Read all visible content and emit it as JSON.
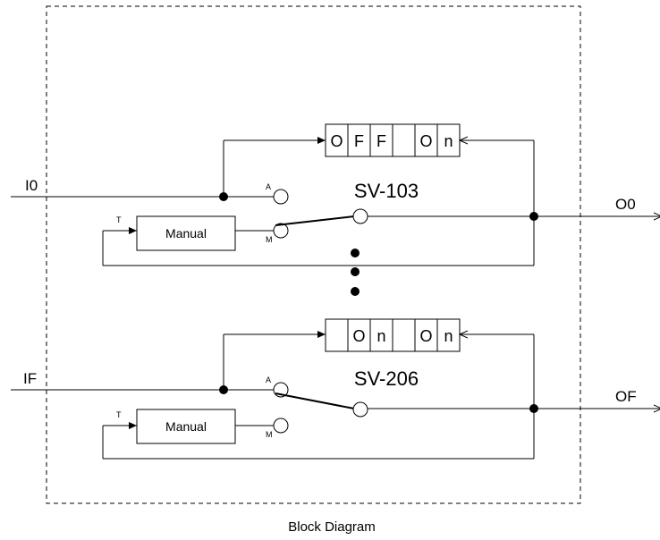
{
  "caption": "Block Diagram",
  "channels": [
    {
      "id": "sv-103",
      "input_label": "I0",
      "output_label": "O0",
      "name": "SV-103",
      "display_chars": [
        "O",
        "F",
        "F",
        "",
        "O",
        "n"
      ],
      "manual_label": "Manual",
      "port_t": "T",
      "port_a": "A",
      "port_m": "M"
    },
    {
      "id": "sv-206",
      "input_label": "IF",
      "output_label": "OF",
      "name": "SV-206",
      "display_chars": [
        "",
        "O",
        "n",
        "",
        "O",
        "n"
      ],
      "manual_label": "Manual",
      "port_t": "T",
      "port_a": "A",
      "port_m": "M"
    }
  ],
  "colors": {
    "line": "#000000",
    "background": "#ffffff"
  }
}
